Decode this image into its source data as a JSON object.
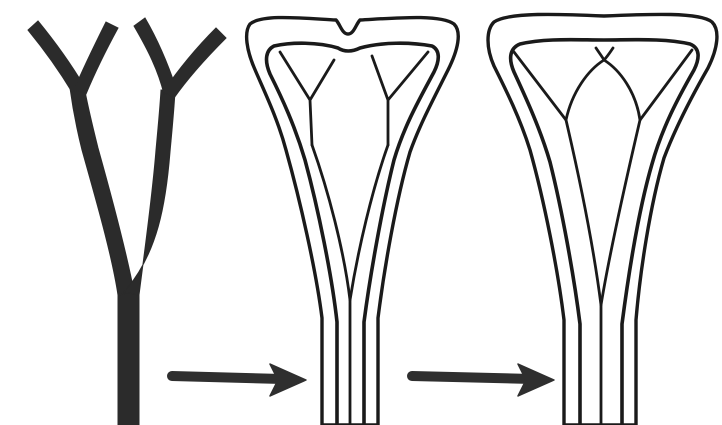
{
  "diagram": {
    "stages": [
      {
        "id": "stage-1-branched-solid"
      },
      {
        "id": "stage-2-outlined-separate-lobes"
      },
      {
        "id": "stage-3-outlined-fused"
      }
    ],
    "arrows": [
      {
        "from": "stage-1-branched-solid",
        "to": "stage-2-outlined-separate-lobes"
      },
      {
        "from": "stage-2-outlined-separate-lobes",
        "to": "stage-3-outlined-fused"
      }
    ],
    "colors": {
      "ink": "#1a1a1a",
      "solid_fill": "#2b2b2b",
      "arrow": "#2f2f2f",
      "background": "#ffffff"
    }
  }
}
